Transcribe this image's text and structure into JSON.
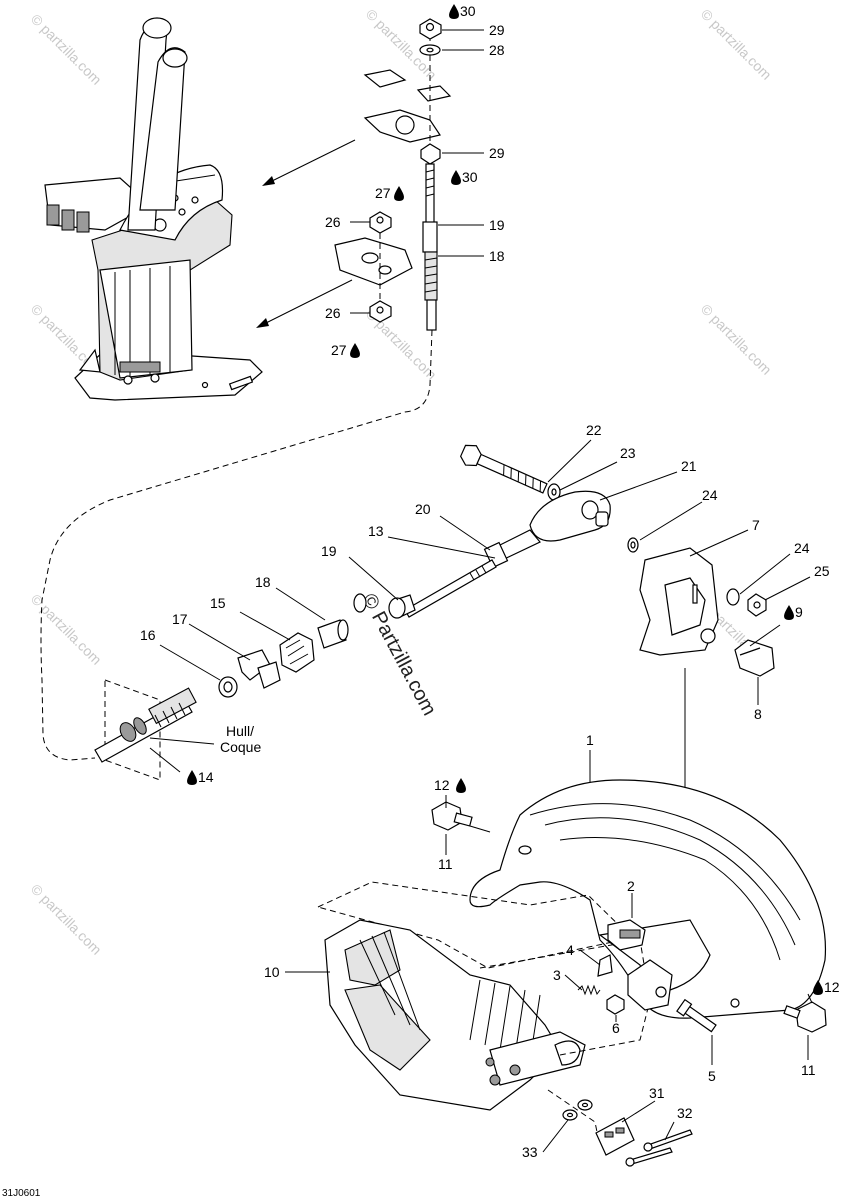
{
  "diagram": {
    "figure_code": "31J0601",
    "watermark": "© Partzilla.com",
    "watermark_small": "© partzilla.com",
    "hull_label_line1": "Hull/",
    "hull_label_line2": "Coque",
    "callouts": {
      "c1": "1",
      "c2": "2",
      "c3": "3",
      "c4": "4",
      "c5": "5",
      "c6": "6",
      "c7": "7",
      "c8": "8",
      "c9": "9",
      "c10": "10",
      "c11a": "11",
      "c11b": "11",
      "c12a": "12",
      "c12b": "12",
      "c13": "13",
      "c14": "14",
      "c15": "15",
      "c16": "16",
      "c17": "17",
      "c18a": "18",
      "c18b": "18",
      "c19a": "19",
      "c19b": "19",
      "c20": "20",
      "c21": "21",
      "c22": "22",
      "c23": "23",
      "c24a": "24",
      "c24b": "24",
      "c25": "25",
      "c26a": "26",
      "c26b": "26",
      "c27a": "27",
      "c27b": "27",
      "c28": "28",
      "c29a": "29",
      "c29b": "29",
      "c30a": "30",
      "c30b": "30",
      "c31": "31",
      "c32": "32",
      "c33": "33"
    }
  }
}
